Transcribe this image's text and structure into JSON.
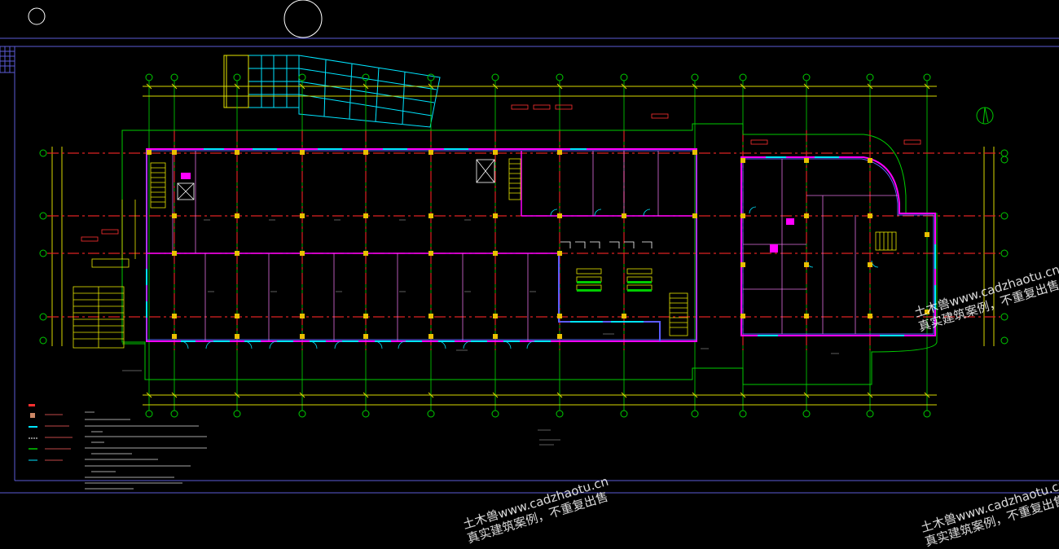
{
  "drawing": {
    "view": "floor-plan",
    "colors": {
      "background": "#000000",
      "frame": "#5b5bd6",
      "grid_axis": "#00cc00",
      "wall": "#ff00ff",
      "column": "#e8c000",
      "window": "#00e5ff",
      "dim_line": "#d9d900",
      "axis_dash": "#dd2222",
      "stair": "#e6e600",
      "annot_red": "#ff3030"
    },
    "north_arrow": "north-arrow-icon",
    "legend_marker": "legend-swatch-icon"
  },
  "watermarks": [
    {
      "line1": "土木兽www.cadzhaotu.cn",
      "line2": "真实建筑案例，不重复出售"
    },
    {
      "line1": "土木兽www.cadzhaotu.cn",
      "line2": "真实建筑案例，不重复出售"
    },
    {
      "line1": "土木兽www.cadzhaotu.cn",
      "line2": "真实建筑案例，不重复出售"
    }
  ]
}
